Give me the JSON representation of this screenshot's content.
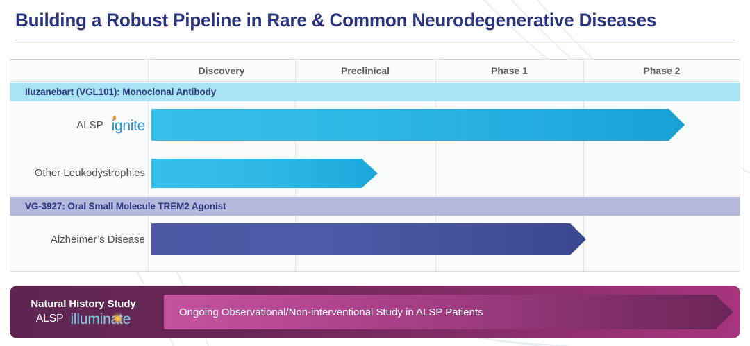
{
  "page": {
    "title": "Building a Robust Pipeline in Rare & Common Neurodegenerative Diseases"
  },
  "colors": {
    "title_navy": "#2a3580",
    "band_iluzanebart": "#a9e5f7",
    "band_vg3927": "#b3b8dd",
    "bar_blue_start": "#35c0e8",
    "bar_blue_end": "#16a2d6",
    "bar_purple_start": "#4d59a5",
    "bar_purple_end": "#3b4690",
    "banner_maroon": "#5e2550",
    "banner_magenta": "#a8357f",
    "ignite_blue": "#2f93d0",
    "ignite_spark_orange": "#e8741c",
    "illuminate_cyan": "#7fd3e8",
    "illuminate_glow_orange": "#f0a23c"
  },
  "table": {
    "columns": [
      {
        "label": "Discovery"
      },
      {
        "label": "Preclinical"
      },
      {
        "label": "Phase 1"
      },
      {
        "label": "Phase 2"
      }
    ],
    "programs": [
      {
        "band_label": "Iluzanebart (VGL101):  Monoclonal Antibody",
        "rows": [
          {
            "label": "ALSP",
            "logo": "ignite-logo",
            "progress_to": "Phase 2"
          },
          {
            "label": "Other Leukodystrophies",
            "logo": null,
            "progress_to": "Preclinical"
          }
        ]
      },
      {
        "band_label": "VG-3927: Oral Small Molecule TREM2 Agonist",
        "rows": [
          {
            "label": "Alzheimer’s Disease",
            "logo": null,
            "progress_to": "Phase 1"
          }
        ]
      }
    ]
  },
  "natural_history": {
    "title": "Natural History Study",
    "indication": "ALSP",
    "logo": "illuminate-logo",
    "description": "Ongoing Observational/Non-interventional Study in ALSP Patients"
  },
  "chart_data": {
    "type": "bar",
    "title": "Building a Robust Pipeline in Rare & Common Neurodegenerative Diseases",
    "xlabel": "",
    "ylabel": "",
    "categories": [
      "Discovery",
      "Preclinical",
      "Phase 1",
      "Phase 2"
    ],
    "grid": true,
    "legend": "none",
    "series": [
      {
        "name": "ALSP (Iluzanebart / VGL101)",
        "stage_reached": "Phase 2",
        "stages_completed": 4,
        "color": "#16a2d6"
      },
      {
        "name": "Other Leukodystrophies (Iluzanebart / VGL101)",
        "stage_reached": "Preclinical",
        "stages_completed": 2,
        "color": "#1ba7da"
      },
      {
        "name": "Alzheimer’s Disease (VG-3927)",
        "stage_reached": "Phase 1",
        "stages_completed": 3,
        "color": "#434f99"
      },
      {
        "name": "Natural History Study (ALSP illuminate)",
        "stage_reached": "Ongoing",
        "stages_completed": 4,
        "color": "#9c3a7f"
      }
    ]
  }
}
